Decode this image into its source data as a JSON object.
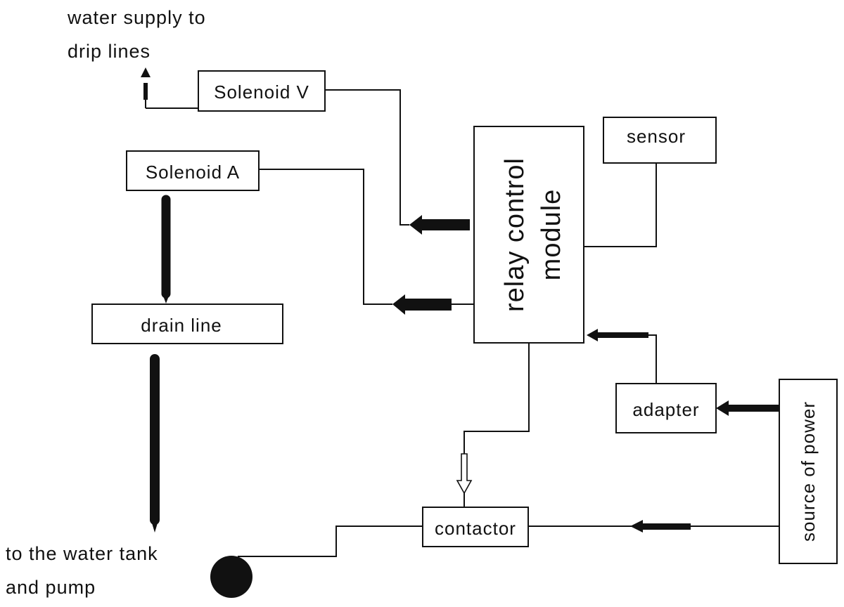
{
  "labels": {
    "water_supply_line1": "water supply to",
    "water_supply_line2": "drip lines",
    "solenoid_v": "Solenoid V",
    "solenoid_a": "Solenoid A",
    "sensor": "sensor",
    "relay_line1": "relay control",
    "relay_line2": "module",
    "drain_line": "drain line",
    "adapter": "adapter",
    "source_of_power": "source of power",
    "contactor": "contactor",
    "water_tank_line1": "to the water tank",
    "water_tank_line2": "and pump"
  }
}
